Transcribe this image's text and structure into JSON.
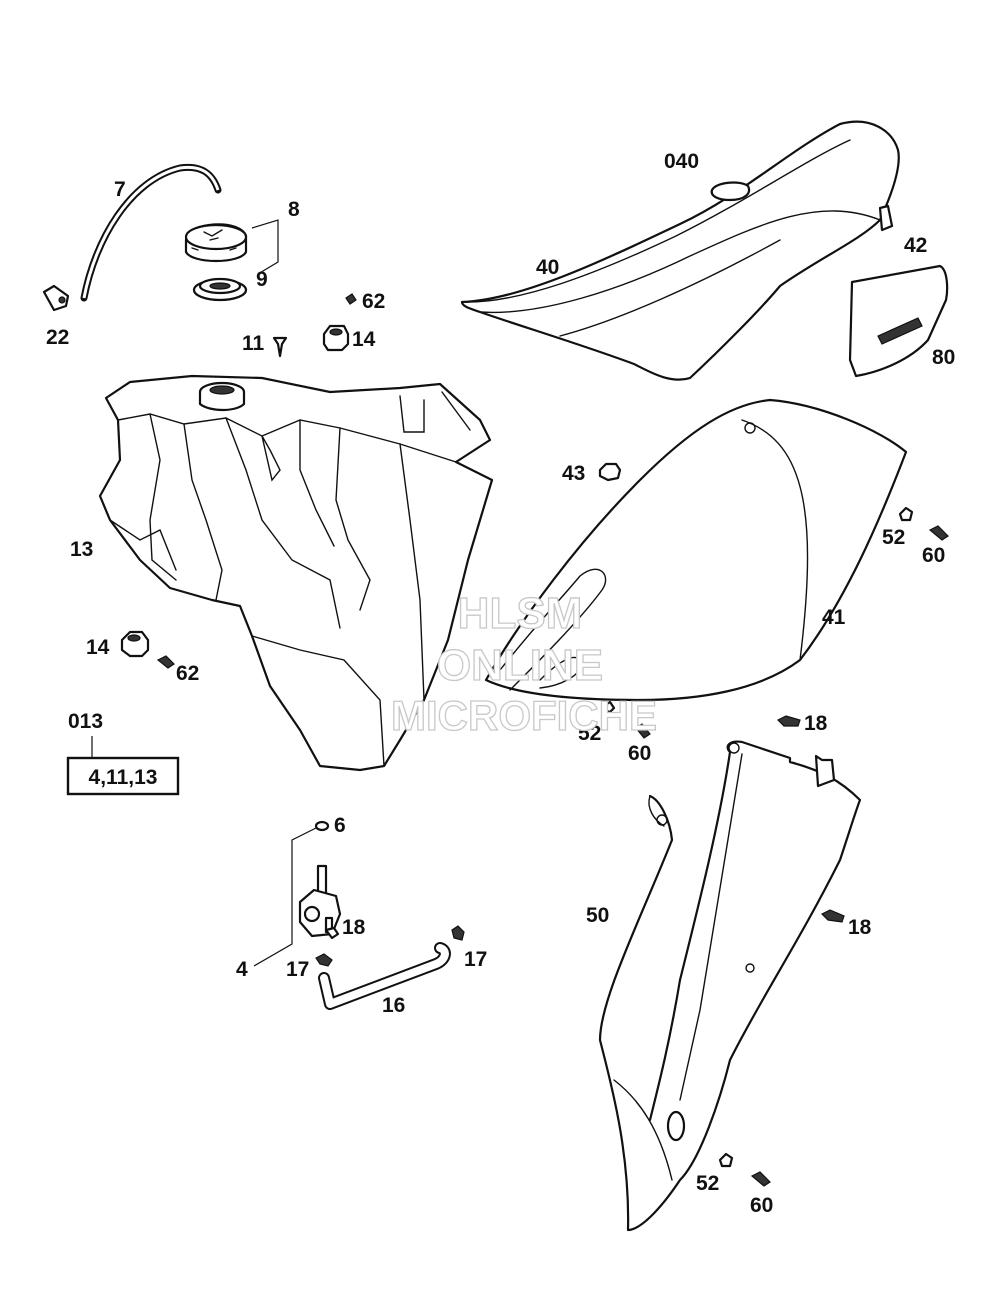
{
  "watermark": {
    "line1": "HLSM",
    "line2": "ONLINE",
    "line3": "MICROFICHE"
  },
  "callouts": {
    "c7": "7",
    "c8": "8",
    "c9": "9",
    "c22": "22",
    "c62_top": "62",
    "c11": "11",
    "c14_top": "14",
    "c040": "040",
    "c40": "40",
    "c42": "42",
    "c80": "80",
    "c13": "13",
    "c43": "43",
    "c52_right": "52",
    "c60_right": "60",
    "c41": "41",
    "c14_mid": "14",
    "c62_mid": "62",
    "c52_mid": "52",
    "c60_mid": "60",
    "c013": "013",
    "c18_top": "18",
    "c6": "6",
    "c18_valve": "18",
    "c17_right": "17",
    "c4": "4",
    "c17_left": "17",
    "c16": "16",
    "c50": "50",
    "c18_mid": "18",
    "c52_bottom": "52",
    "c60_bottom": "60"
  },
  "kit_box": {
    "label": "4,11,13"
  },
  "icons": {
    "fuel_tank": "fuel-tank-icon",
    "seat": "seat-icon",
    "side_panel": "side-panel-icon",
    "shroud": "radiator-shroud-icon",
    "fuel_cap": "fuel-cap-icon",
    "fuel_tap": "fuel-tap-icon"
  }
}
